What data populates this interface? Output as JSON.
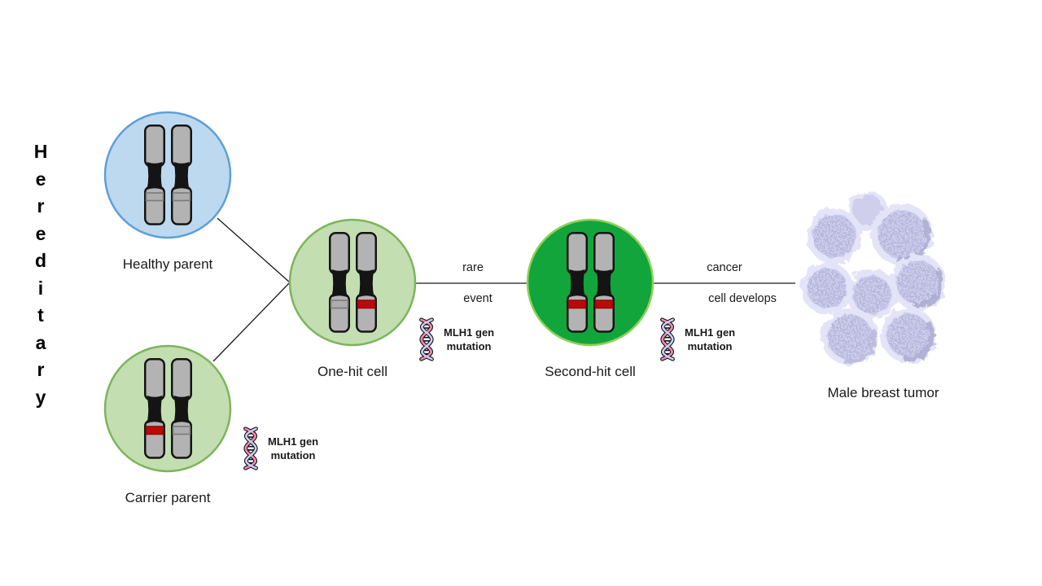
{
  "diagram_title": {
    "vertical_text": "Hereditary"
  },
  "nodes": {
    "healthy_parent": {
      "label": "Healthy parent",
      "fill": "#bdd9ef",
      "stroke": "#5f9fd6",
      "bands": [
        {
          "fill": "#adadad",
          "stroke": "#7b7b7b"
        },
        {
          "fill": "#adadad",
          "stroke": "#7b7b7b"
        }
      ]
    },
    "carrier_parent": {
      "label": "Carrier parent",
      "fill": "#c3deb0",
      "stroke": "#7cb55c",
      "bands": [
        {
          "fill": "#bb0a0a",
          "stroke": "#9a0707"
        },
        {
          "fill": "#adadad",
          "stroke": "#7b7b7b"
        }
      ]
    },
    "one_hit_cell": {
      "label": "One-hit cell",
      "fill": "#c3deb0",
      "stroke": "#7cb55c",
      "bands": [
        {
          "fill": "#adadad",
          "stroke": "#7b7b7b"
        },
        {
          "fill": "#bb0a0a",
          "stroke": "#9a0707"
        }
      ]
    },
    "second_hit_cell": {
      "label": "Second-hit cell",
      "fill": "#12a53c",
      "stroke": "#8fd158",
      "bands": [
        {
          "fill": "#bb0a0a",
          "stroke": "#9a0707"
        },
        {
          "fill": "#bb0a0a",
          "stroke": "#9a0707"
        }
      ]
    }
  },
  "edges": {
    "rare_event": {
      "top": "rare",
      "bottom": "event"
    },
    "cancer_develops": {
      "top": "cancer",
      "bottom": "cell develops"
    }
  },
  "mutation_annotation": {
    "line1": "MLH1 gen",
    "line2": "mutation"
  },
  "tumor": {
    "label": "Male breast tumor"
  },
  "icons": {
    "dna": "dna-double-helix-icon"
  },
  "colors": {
    "chromosome_gray": "#b3b3b3",
    "chromosome_outline": "#141414",
    "mutation_red": "#bb0a0a",
    "dna_pink": "#f08ab6",
    "dna_lavender": "#c9cff5",
    "tumor_fluff": "#e4e4f8",
    "tumor_body": "#cfcfec",
    "connector": "#1a1a1a"
  }
}
